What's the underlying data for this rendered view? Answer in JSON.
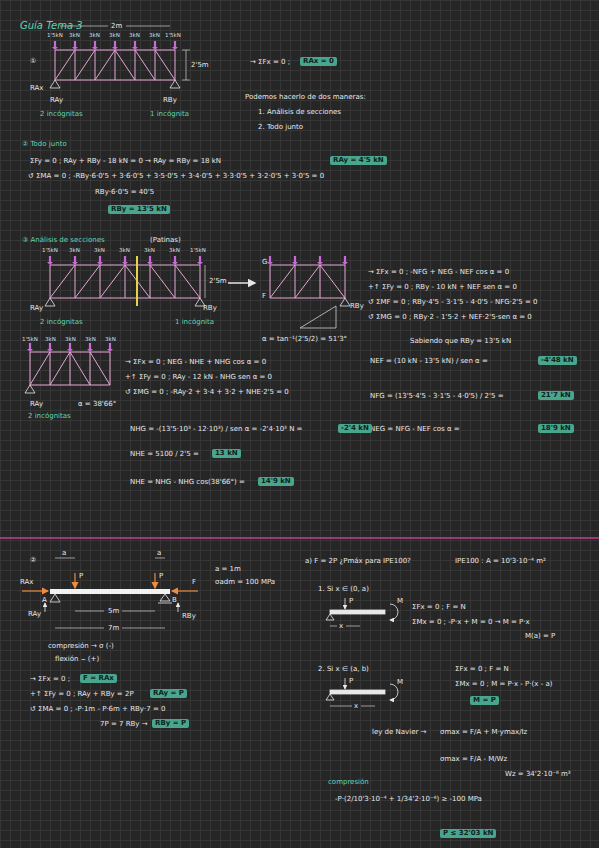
{
  "diagram": {
    "title": "Guía Tema 3",
    "labels": [
      "①",
      "1'5kN",
      "3kN",
      "3kN",
      "3kN",
      "3kN",
      "3kN",
      "1'5kN",
      "2m",
      "2'5m",
      "RAx",
      "RAy",
      "RBy",
      "2 incógnitas",
      "1 incógnita",
      "→ ΣFx = 0 ;",
      "RAx = 0",
      "Podemos hacerlo de dos maneras:",
      "1. Análisis de secciones",
      "2. Todo junto",
      "② Todo junto",
      "ΣFy = 0 ; RAy + RBy - 18 kN = 0 → RAy = RBy = 18 kN",
      "RAy = 4'5 kN",
      "↺ ΣMA = 0 ; -RBy·6·0'5 + 3·6·0'5 + 3·5·0'5 + 3·4·0'5 + 3·3·0'5 + 3·2·0'5 + 3·0'5 = 0",
      "RBy·6·0'5 = 40'5",
      "RBy = 13'5 kN",
      "③ Análisis de secciones",
      "(Patinas)",
      "1'5kN",
      "3kN",
      "3kN",
      "3kN",
      "3kN",
      "3kN",
      "1'5kN",
      "2'5m",
      "RAy",
      "RBy",
      "2 incógnitas",
      "1 incógnita",
      "G",
      "F",
      "RBy",
      "α = tan⁻¹(2'5/2) = 51'3°",
      "→ ΣFx = 0 ; -NFG + NEG - NEF cos α = 0",
      "+↑ ΣFy = 0 ; RBy - 10 kN + NEF sen α = 0",
      "↺ ΣMF = 0 ; RBy·4'5 - 3·1'5 - 4·0'5 - NFG·2'5 = 0",
      "↺ ΣMG = 0 ; RBy·2 - 1'5·2 + NEF·2'5·sen α = 0",
      "Sabiendo que RBy = 13'5 kN",
      "NEF = (10 kN - 13'5 kN) / sen α =",
      "-4'48 kN",
      "NFG = (13'5·4'5 - 3·1'5 - 4·0'5) / 2'5 =",
      "21'7 kN",
      "NEG = NFG - NEF cos α =",
      "18'9 kN",
      "1'5kN",
      "3kN",
      "3kN",
      "3kN",
      "3kN",
      "RAy",
      "2 incógnitas",
      "α = 38'66°",
      "→ ΣFx = 0 ; NEG - NHE + NHG cos α = 0",
      "+↑ ΣFy = 0 ; RAy - 12 kN - NHG sen α = 0",
      "↺ ΣMG = 0 ; -RAy·2 + 3·4 + 3·2 + NHE·2'5 = 0",
      "NHG = -(13'5·10³ - 12·10³) / sen α = -2'4·10³ N =",
      "-2'4 kN",
      "NHE = 5100 / 2'5 =",
      "13 kN",
      "NHE = NHG - NHG cos(38'66°) =",
      "14'9 kN",
      "②",
      "a",
      "a",
      "RAx",
      "RAy",
      "A",
      "B",
      "P",
      "P",
      "F",
      "RBy",
      "5m",
      "7m",
      "a = 1m",
      "σadm = 100 MPa",
      "compresión → σ (-)",
      "flexión ⌣ (+)",
      "→ ΣFx = 0 ;",
      "F = RAx",
      "+↑ ΣFy = 0 ; RAy + RBy = 2P",
      "RAy = P",
      "↺ ΣMA = 0 ; -P·1m - P·6m + RBy·7 = 0",
      "7P = 7 RBy →",
      "RBy = P",
      "a) F = 2P ¿Pmáx para IPE100?",
      "IPE100 : A = 10'3·10⁻⁴ m²",
      "1. Si x ∈ (0, a)",
      "ΣFx = 0 ; F = N",
      "ΣMx = 0 ; -P·x + M = 0 → M = P·x",
      "M(a) = P",
      "2. Si x ∈ (a, b)",
      "ΣFx = 0 ; F = N",
      "ΣMx = 0 ; M = P·x - P·(x - a)",
      "M = P",
      "ley de Navier →",
      "σmax = F/A + M·ymax/Iz",
      "σmax = F/A - M/Wz",
      "Wz = 34'2·10⁻⁶ m³",
      "compresión",
      "-P·(2/10'3·10⁻⁴ + 1/34'2·10⁻⁶) ≥ -100 MPa",
      "P ≤ 32'03 kN",
      "P",
      "x",
      "M",
      "P",
      "x",
      "M"
    ]
  }
}
